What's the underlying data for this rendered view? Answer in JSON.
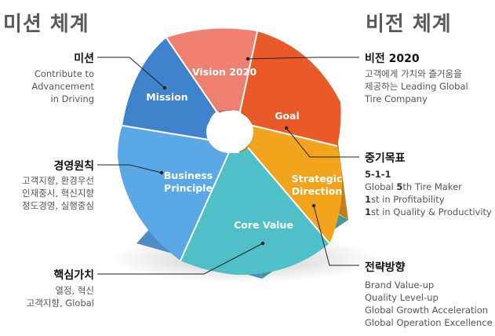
{
  "headings": {
    "left": "미션 체계",
    "right": "비전 체계"
  },
  "segments": {
    "vision": "Vision 2020",
    "goal": "Goal",
    "strategic_1": "Strategic",
    "strategic_2": "Direction",
    "core": "Core Value",
    "business_1": "Business",
    "business_2": "Principle",
    "mission": "Mission"
  },
  "left_labels": {
    "mission": {
      "title": "미션",
      "lines": [
        "Contribute to",
        "Advancement",
        "in Driving"
      ]
    },
    "principle": {
      "title": "경영원칙",
      "lines": [
        "고객지향, 환경우선",
        "인재중시, 혁신지향",
        "정도경영, 실행중심"
      ]
    },
    "core": {
      "title": "핵심가치",
      "lines": [
        "열정, 혁신",
        "고객지향, Global"
      ]
    }
  },
  "right_labels": {
    "vision": {
      "title": "비전 2020",
      "lines": [
        "고객에게 가치와 즐거움을",
        "제공하는 Leading Global",
        "Tire Company"
      ]
    },
    "goal": {
      "title": "중기목표",
      "code": "5-1-1",
      "lines": [
        {
          "num": "",
          "rest": "Global ",
          "num2": "5",
          "rest2": "th Tire Maker"
        },
        {
          "num": "1",
          "rest": "st in Profitability"
        },
        {
          "num": "1",
          "rest": "st in Quality & Productivity"
        }
      ]
    },
    "strategy": {
      "title": "전략방향",
      "lines": [
        "Brand Value-up",
        "Quality Level-up",
        "Global Growth Acceleration",
        "Global Operation Excellence"
      ]
    }
  },
  "colors": {
    "vision": "#ef7f6e",
    "goal": "#ea5a28",
    "strategic": "#f2a41c",
    "core": "#4fc0c8",
    "business": "#5aa9e6",
    "mission": "#3f83cc"
  }
}
